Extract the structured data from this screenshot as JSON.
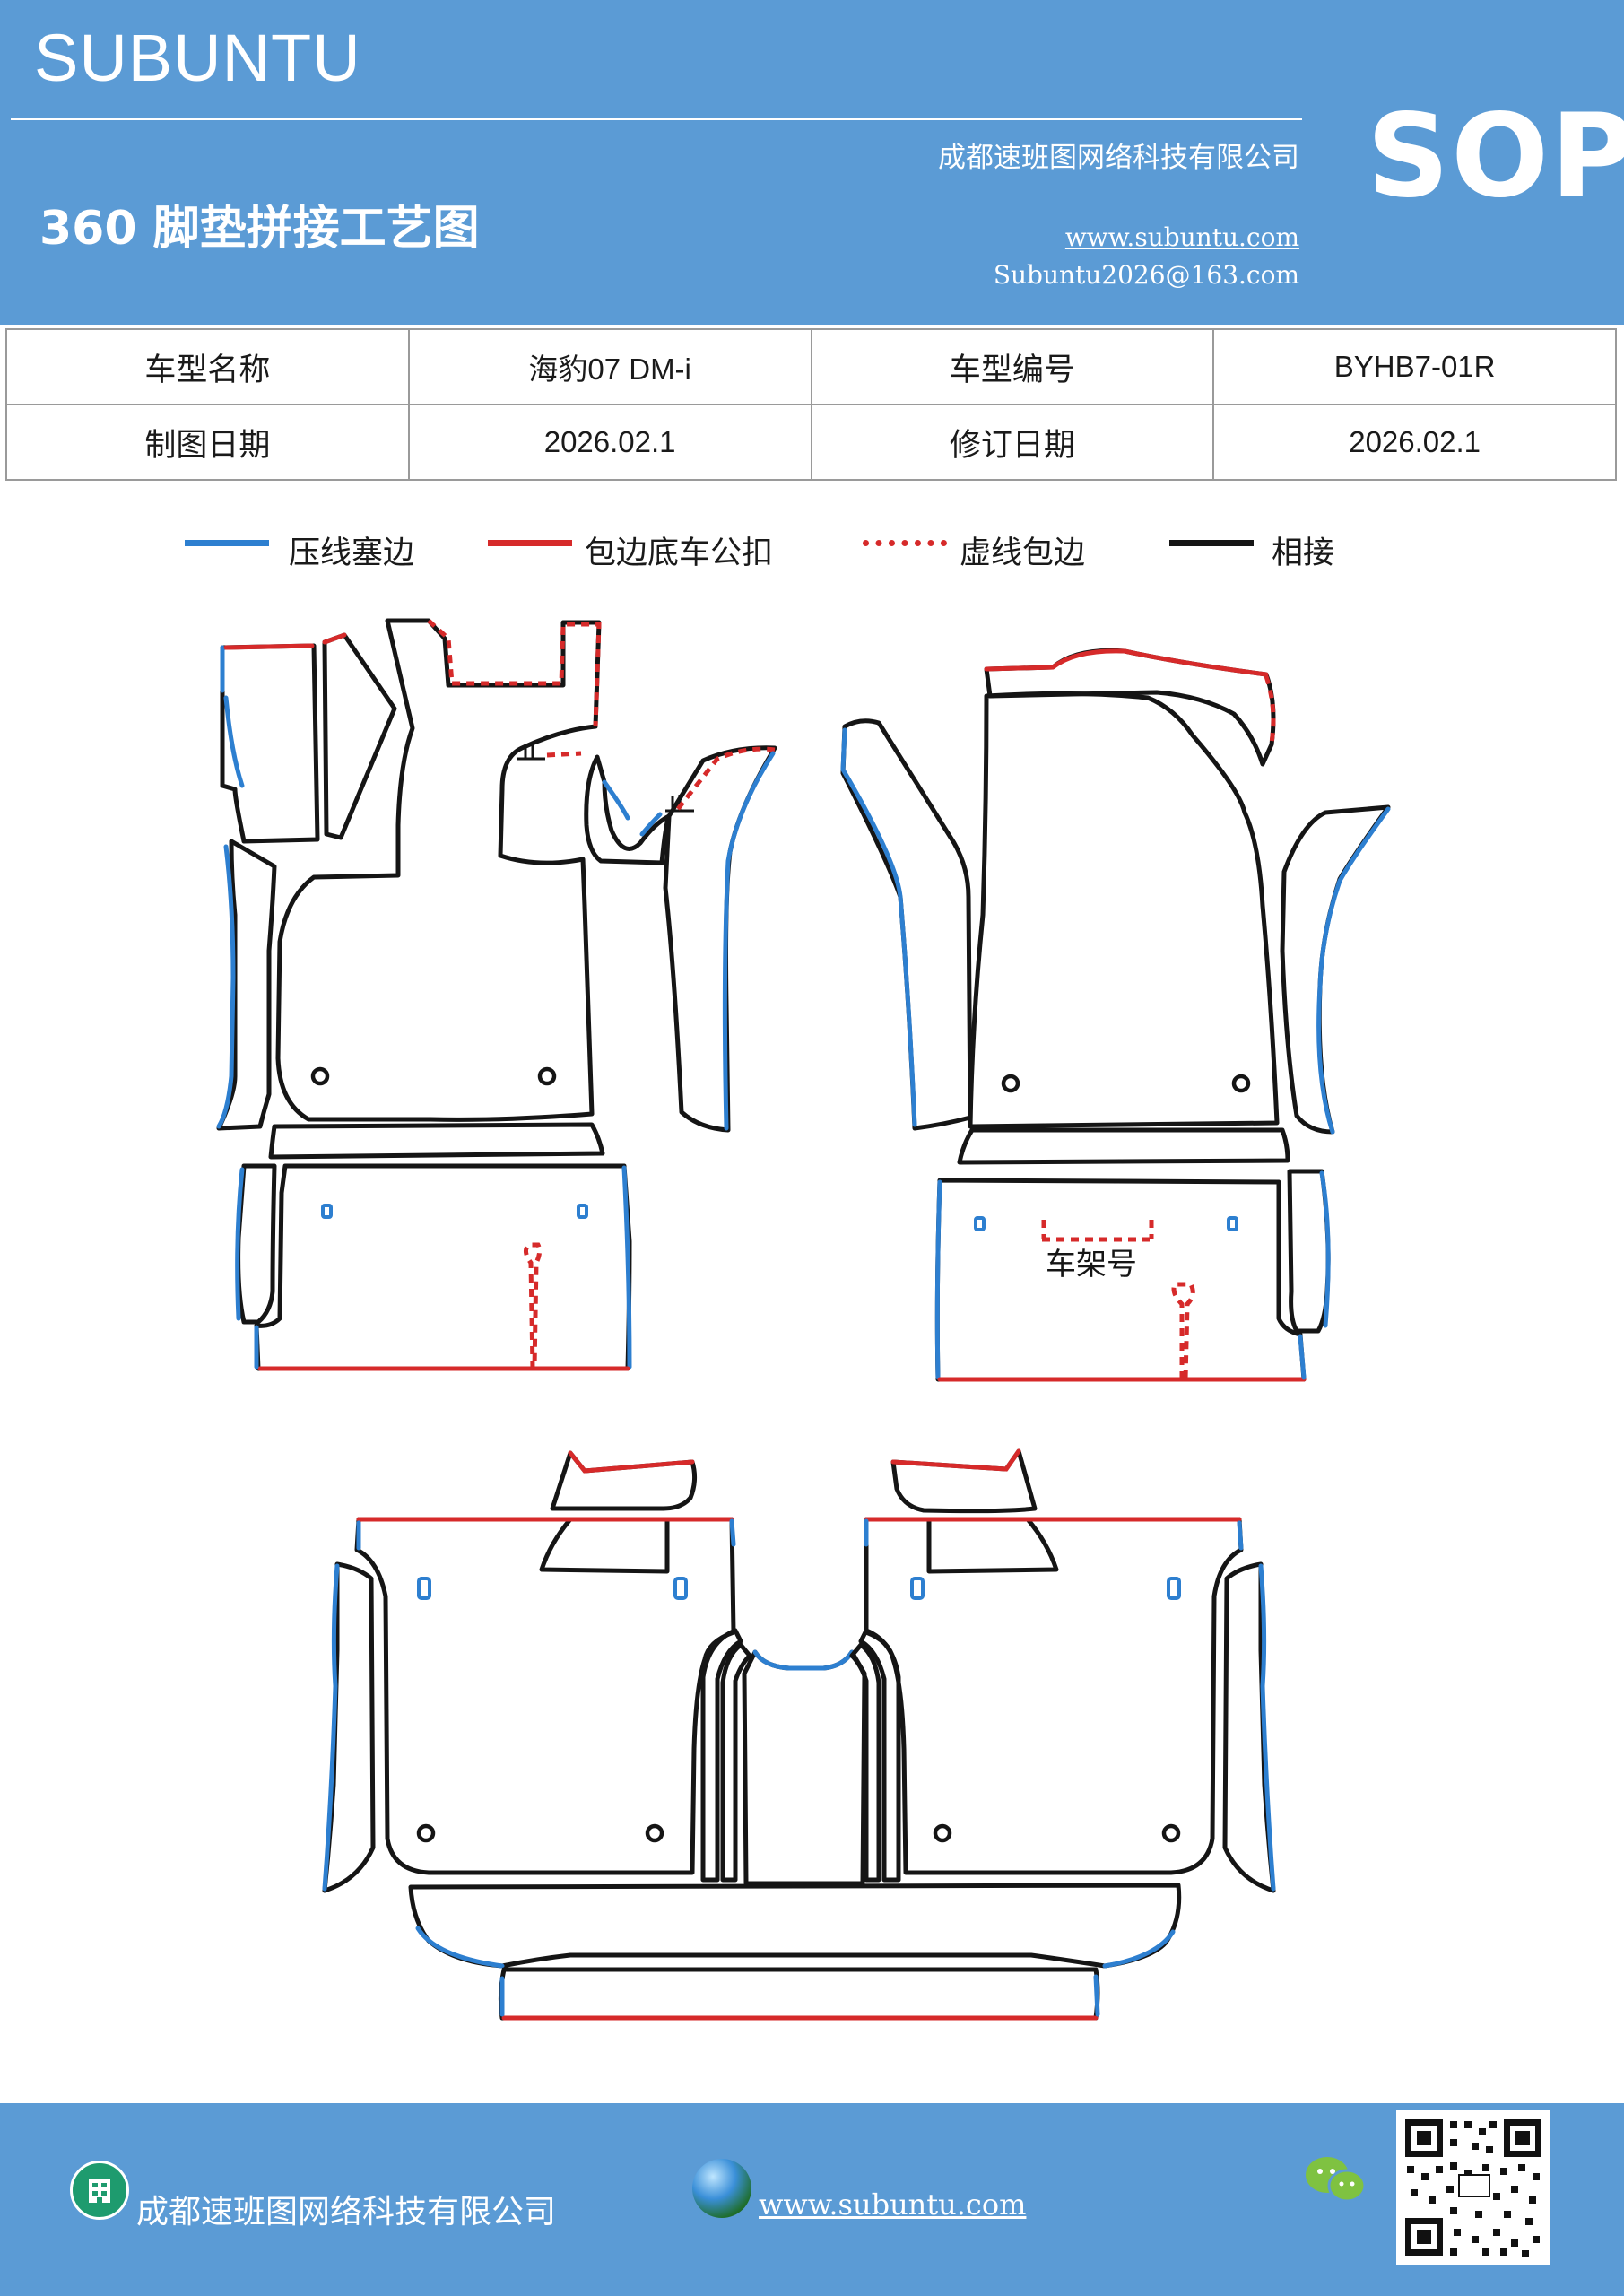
{
  "header": {
    "brand": "SUBUNTU",
    "title": "360 脚垫拼接工艺图",
    "company": "成都速班图网络科技有限公司",
    "website": "www.subuntu.com",
    "email": "Subuntu2026@163.com",
    "badge": "SOP",
    "background": "#5b9bd5"
  },
  "info_table": {
    "rows": [
      {
        "label1": "车型名称",
        "value1": "海豹07  DM-i",
        "label2": "车型编号",
        "value2": "BYHB7-01R"
      },
      {
        "label1": "制图日期",
        "value1": "2026.02.1",
        "label2": "修订日期",
        "value2": "2026.02.1"
      }
    ]
  },
  "legend": {
    "items": [
      {
        "label": "压线塞边",
        "color": "#2d7fd0",
        "style": "solid"
      },
      {
        "label": "包边底车公扣",
        "color": "#d62a2a",
        "style": "solid"
      },
      {
        "label": "虚线包边",
        "color": "#d62a2a",
        "style": "dotted"
      },
      {
        "label": "相接",
        "color": "#151515",
        "style": "solid"
      }
    ]
  },
  "diagram": {
    "frame_number_label": "车架号",
    "stop_mark": "止"
  },
  "footer": {
    "company": "成都速班图网络科技有限公司",
    "website": "www.subuntu.com",
    "icons": [
      "building-icon",
      "globe-icon",
      "wechat-icon",
      "qr-code"
    ],
    "background": "#5b9bd5"
  }
}
